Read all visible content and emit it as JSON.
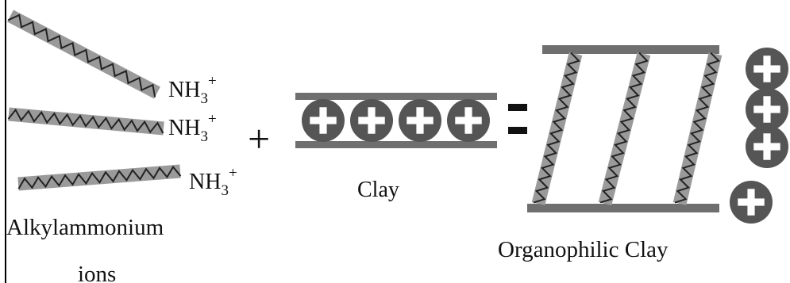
{
  "ions": {
    "charge_formula": [
      {
        "base": "NH",
        "sub": "3",
        "sup": "+"
      },
      {
        "base": "NH",
        "sub": "3",
        "sup": "+"
      },
      {
        "base": "NH",
        "sub": "3",
        "sup": "+"
      }
    ],
    "label_line1": "Alkylammonium",
    "label_line2": "ions"
  },
  "operators": {
    "plus": "+",
    "equals": "="
  },
  "clay": {
    "label": "Clay",
    "cation_count": 4
  },
  "organophilic_clay": {
    "label": "Organophilic Clay",
    "intercalated_chains": 3,
    "released_cations": 4
  },
  "colors": {
    "chain_fill": "#9a9a9a",
    "zigzag": "#222222",
    "clay_layer": "#6f6f6f",
    "cation_fill": "#555555",
    "cation_sign": "#ffffff",
    "text": "#111111"
  }
}
